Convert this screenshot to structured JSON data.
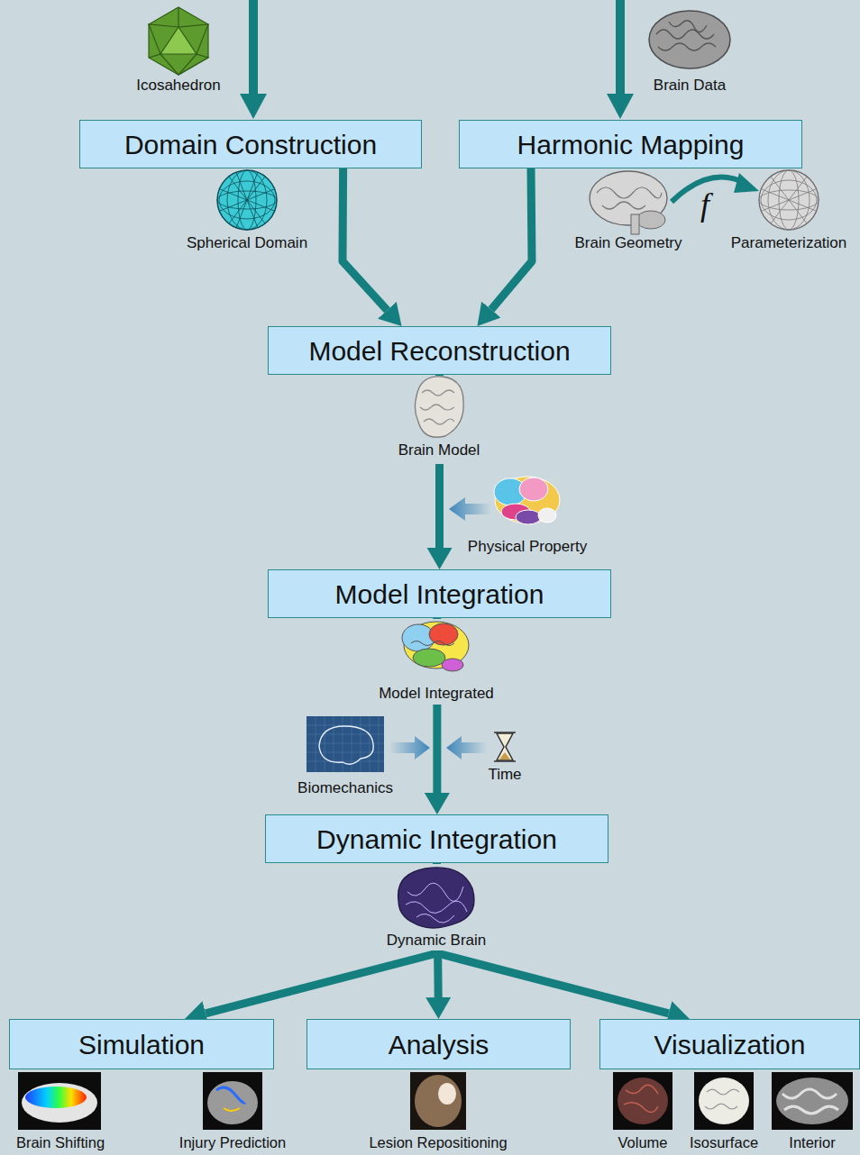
{
  "diagram": {
    "nodes": [
      {
        "text": [
          "Domain Construction"
        ]
      },
      {
        "text": [
          "Harmonic Mapping"
        ]
      },
      {
        "text": [
          "Model Reconstruction"
        ]
      },
      {
        "text": [
          "Model Integration"
        ]
      },
      {
        "text": [
          "Dynamic Integration"
        ]
      },
      {
        "text": [
          "Simulation"
        ]
      },
      {
        "text": [
          "Analysis"
        ]
      },
      {
        "text": [
          "Visualization"
        ]
      }
    ],
    "edges": [
      {
        "from": 0,
        "to": 2,
        "arrow": "to"
      },
      {
        "from": 1,
        "to": 2,
        "arrow": "to"
      },
      {
        "from": 2,
        "to": 3,
        "arrow": "to"
      },
      {
        "from": 3,
        "to": 4,
        "arrow": "to"
      },
      {
        "from": 4,
        "to": 5,
        "arrow": "to"
      },
      {
        "from": 4,
        "to": 6,
        "arrow": "to"
      },
      {
        "from": 4,
        "to": 7,
        "arrow": "to"
      }
    ],
    "labels": [
      "Icosahedron",
      "Brain Data",
      "Spherical Domain",
      "Brain Geometry",
      "f",
      "Parameterization",
      "Brain Model",
      "Physical Property",
      "Model Integrated",
      "Biomechanics",
      "Time",
      "Dynamic Brain",
      "Brain Shifting",
      "Injury Prediction",
      "Lesion Repositioning",
      "Volume",
      "Isosurface",
      "Interior"
    ]
  }
}
